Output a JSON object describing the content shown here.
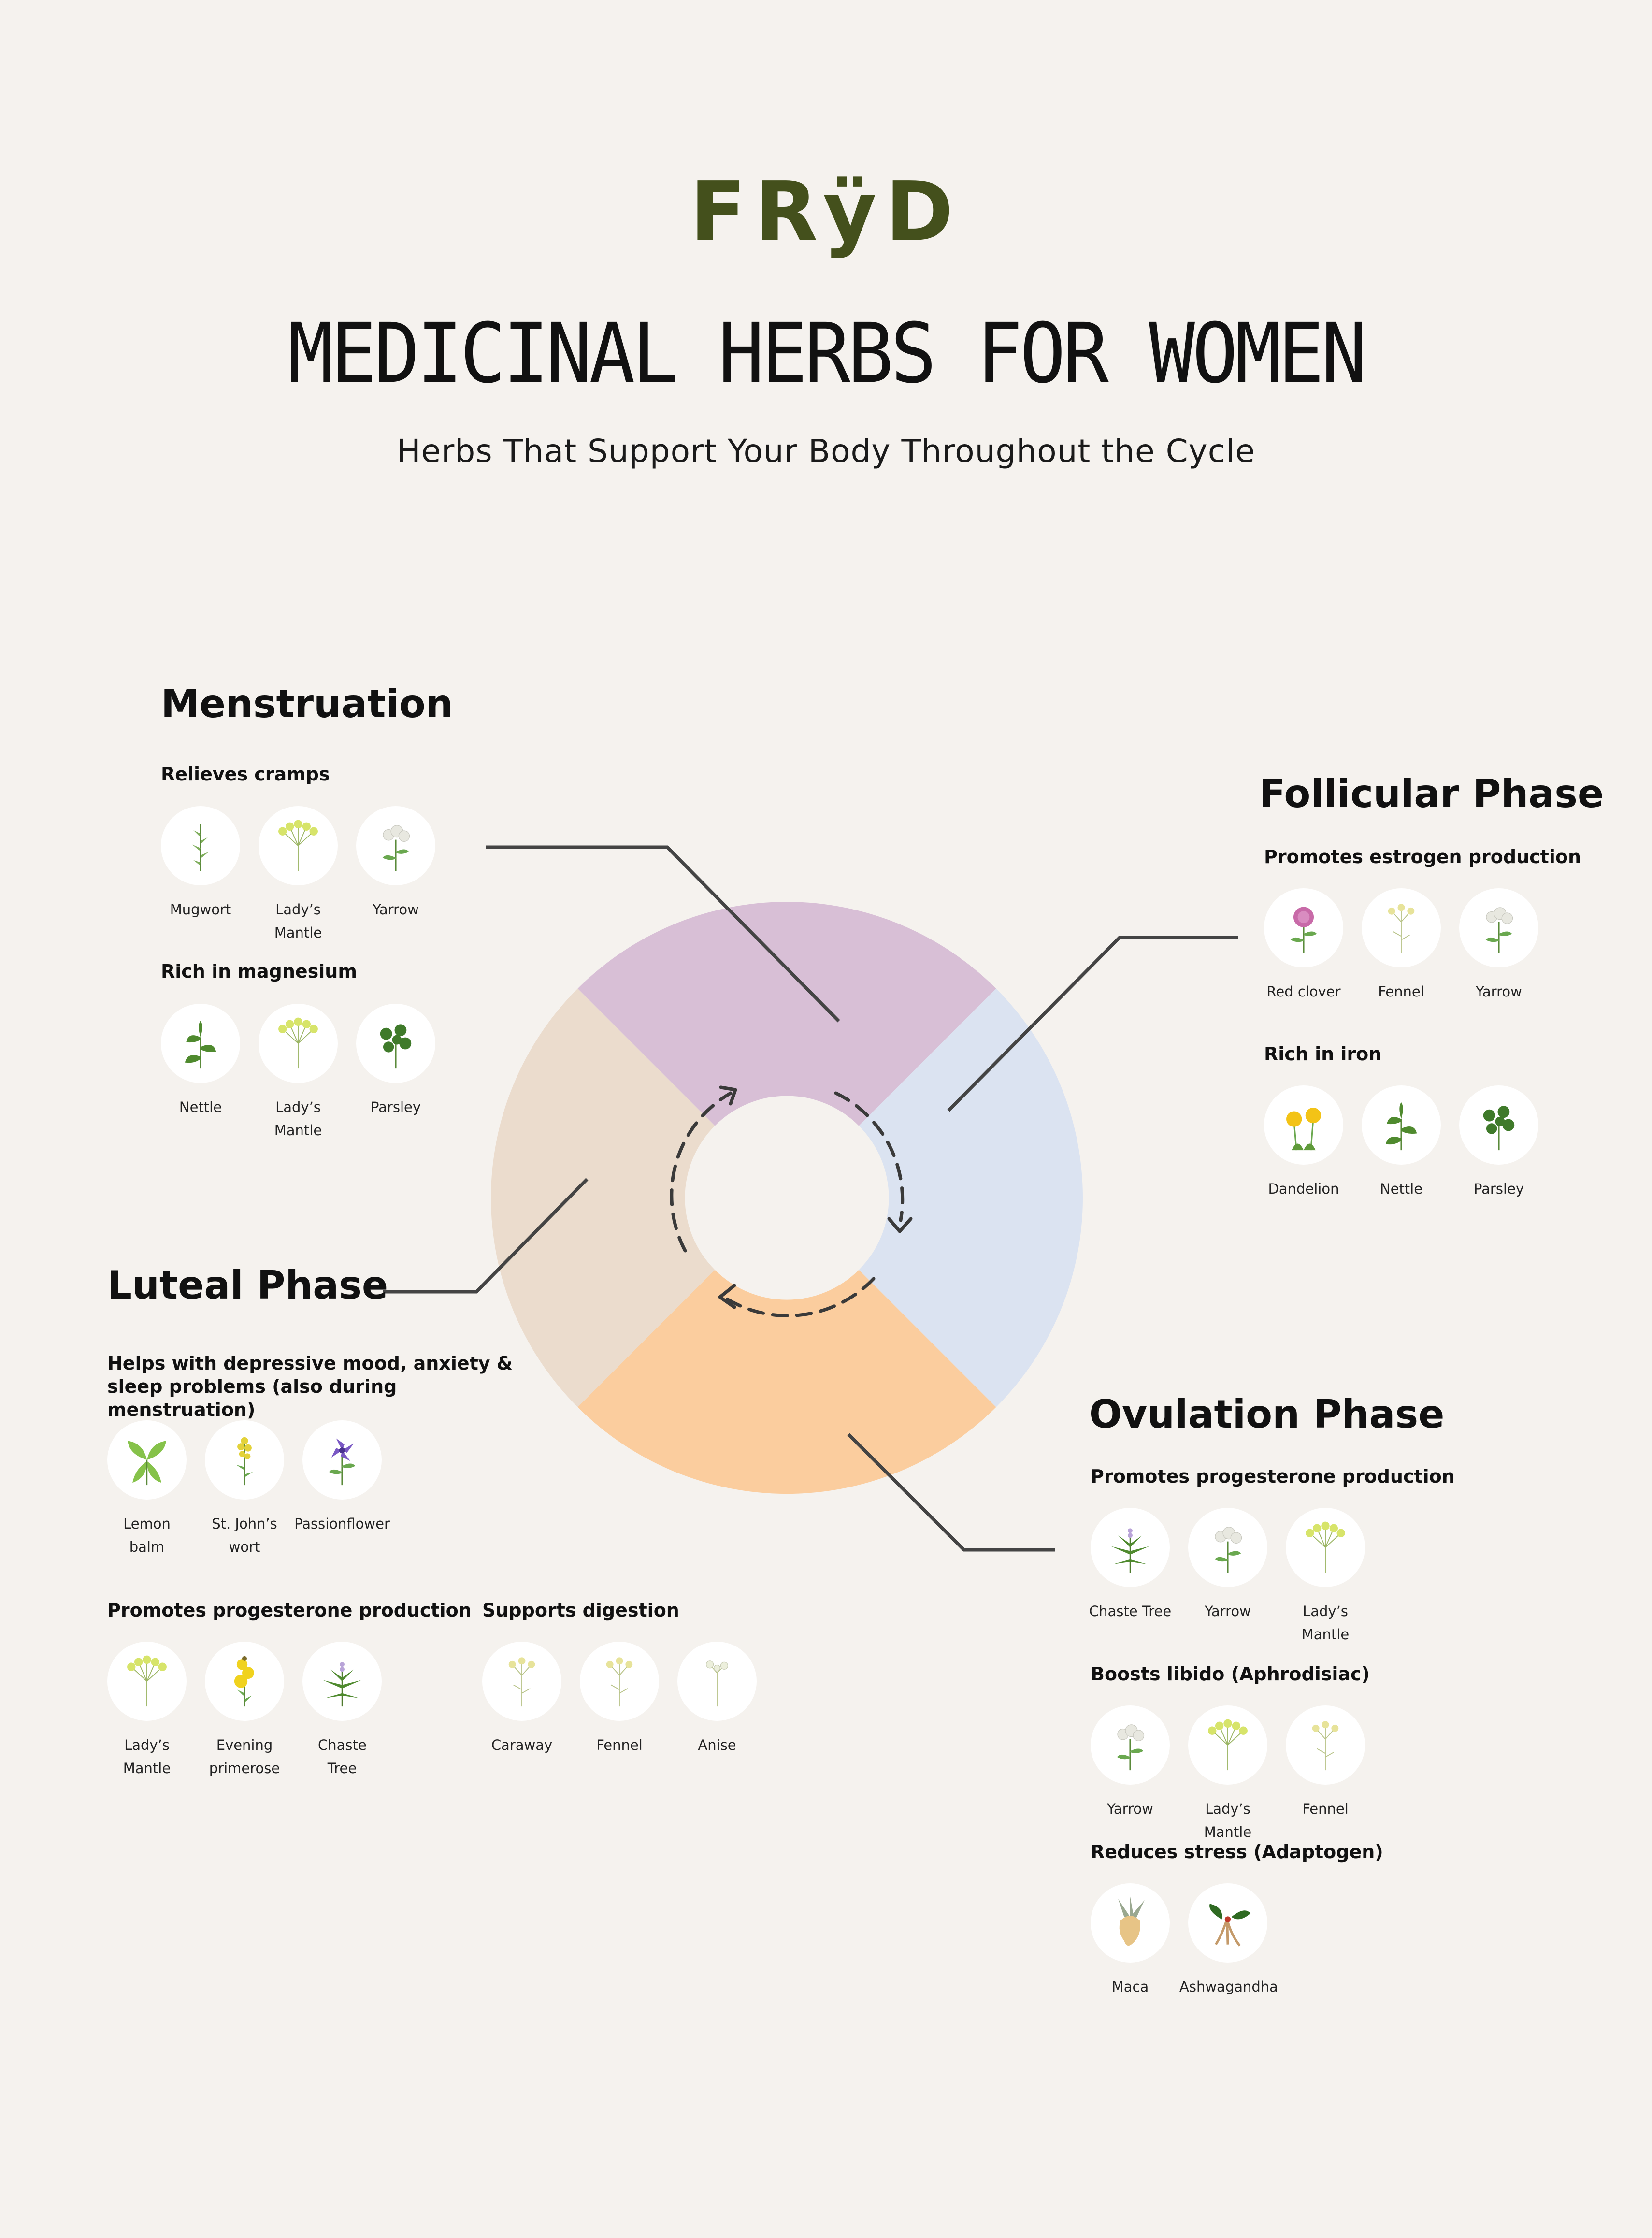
{
  "brand": "FRÿD",
  "title": "MEDICINAL HERBS FOR WOMEN",
  "subtitle": "Herbs That Support Your Body Throughout the Cycle",
  "colors": {
    "menstruation": "#d8bfd6",
    "follicular": "#dbe3f1",
    "ovulation": "#fbcd9e",
    "luteal": "#ebdccd",
    "brand": "#44501c"
  },
  "menstruation": {
    "title": "Menstruation",
    "groups": [
      {
        "title": "Relieves cramps",
        "herbs": [
          "Mugwort",
          "Lady’s Mantle",
          "Yarrow"
        ]
      },
      {
        "title": "Rich in magnesium",
        "herbs": [
          "Nettle",
          "Lady’s Mantle",
          "Parsley"
        ]
      }
    ]
  },
  "follicular": {
    "title": "Follicular Phase",
    "groups": [
      {
        "title": "Promotes estrogen production",
        "herbs": [
          "Red clover",
          "Fennel",
          "Yarrow"
        ]
      },
      {
        "title": "Rich in iron",
        "herbs": [
          "Dandelion",
          "Nettle",
          "Parsley"
        ]
      }
    ]
  },
  "luteal": {
    "title": "Luteal Phase",
    "groups": [
      {
        "title": "Helps with depressive mood, anxiety & sleep problems (also during menstruation)",
        "herbs": [
          "Lemon balm",
          "St. John’s wort",
          "Passionflower"
        ]
      },
      {
        "title": "Promotes progesterone production",
        "herbs": [
          "Lady’s Mantle",
          "Evening primerose",
          "Chaste Tree"
        ]
      },
      {
        "title": "Supports digestion",
        "herbs": [
          "Caraway",
          "Fennel",
          "Anise"
        ]
      }
    ]
  },
  "ovulation": {
    "title": "Ovulation Phase",
    "groups": [
      {
        "title": "Promotes progesterone production",
        "herbs": [
          "Chaste Tree",
          "Yarrow",
          "Lady’s Mantle"
        ]
      },
      {
        "title": "Boosts libido (Aphrodisiac)",
        "herbs": [
          "Yarrow",
          "Lady’s Mantle",
          "Fennel"
        ]
      },
      {
        "title": "Reduces stress (Adaptogen)",
        "herbs": [
          "Maca",
          "Ashwagandha"
        ]
      }
    ]
  }
}
